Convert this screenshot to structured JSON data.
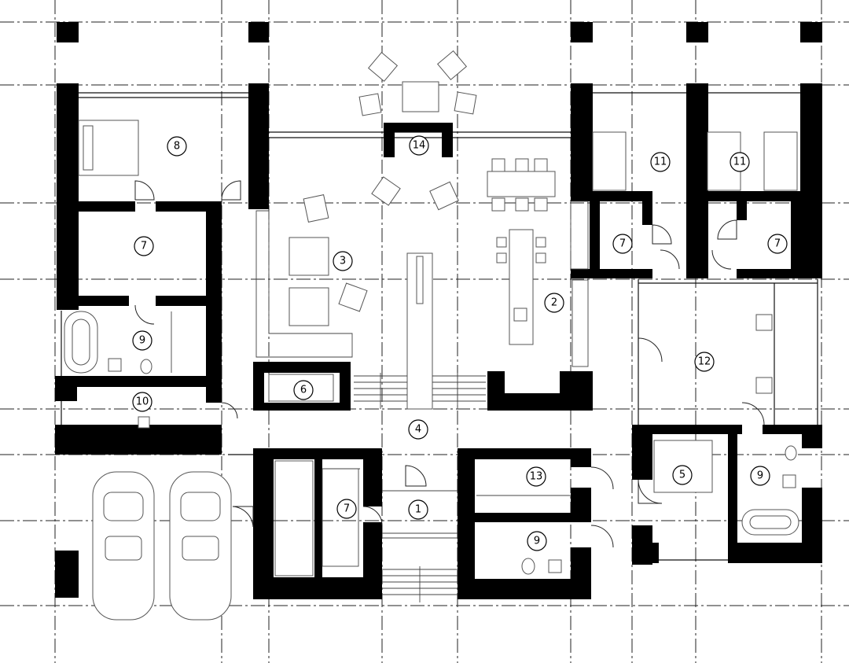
{
  "rooms": [
    {
      "id": "r1",
      "label": "1"
    },
    {
      "id": "r2",
      "label": "2"
    },
    {
      "id": "r3",
      "label": "3"
    },
    {
      "id": "r4",
      "label": "4"
    },
    {
      "id": "r5",
      "label": "5"
    },
    {
      "id": "r6",
      "label": "6"
    },
    {
      "id": "r7a",
      "label": "7"
    },
    {
      "id": "r7b",
      "label": "7"
    },
    {
      "id": "r7c",
      "label": "7"
    },
    {
      "id": "r7d",
      "label": "7"
    },
    {
      "id": "r8",
      "label": "8"
    },
    {
      "id": "r9a",
      "label": "9"
    },
    {
      "id": "r9b",
      "label": "9"
    },
    {
      "id": "r9c",
      "label": "9"
    },
    {
      "id": "r10",
      "label": "10"
    },
    {
      "id": "r11a",
      "label": "11"
    },
    {
      "id": "r11b",
      "label": "11"
    },
    {
      "id": "r12",
      "label": "12"
    },
    {
      "id": "r13",
      "label": "13"
    },
    {
      "id": "r14",
      "label": "14"
    }
  ]
}
